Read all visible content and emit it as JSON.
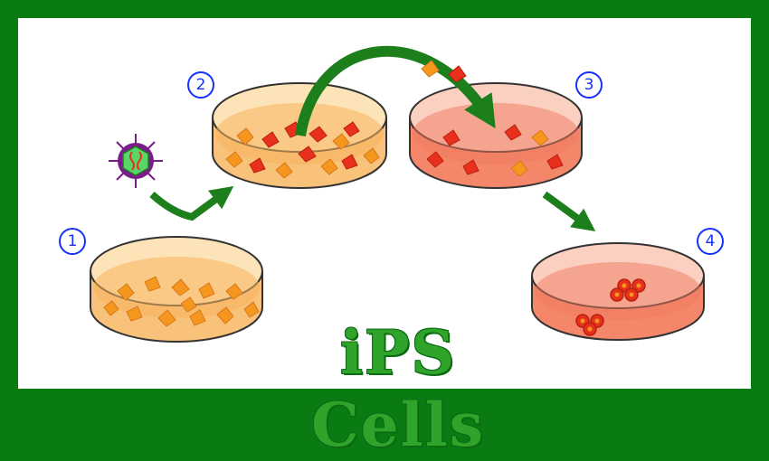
{
  "title": "iPS Cells",
  "steps": [
    {
      "number": "1"
    },
    {
      "number": "2"
    },
    {
      "number": "3"
    },
    {
      "number": "4"
    }
  ],
  "colors": {
    "border": "#0a7a12",
    "arrow": "#1c7f1c",
    "step_circle": "#1530ff",
    "title": "#2fa32a",
    "dish_orange": "#f9c27a",
    "dish_red": "#f4876a",
    "cell_orange": "#f5961e",
    "cell_red": "#e8301c",
    "virus_body": "#58d66a",
    "virus_spikes": "#7a1c8a"
  },
  "icons": {
    "virus": "virus-icon",
    "petri_dish": "petri-dish-icon",
    "arrow": "curved-arrow-icon"
  }
}
